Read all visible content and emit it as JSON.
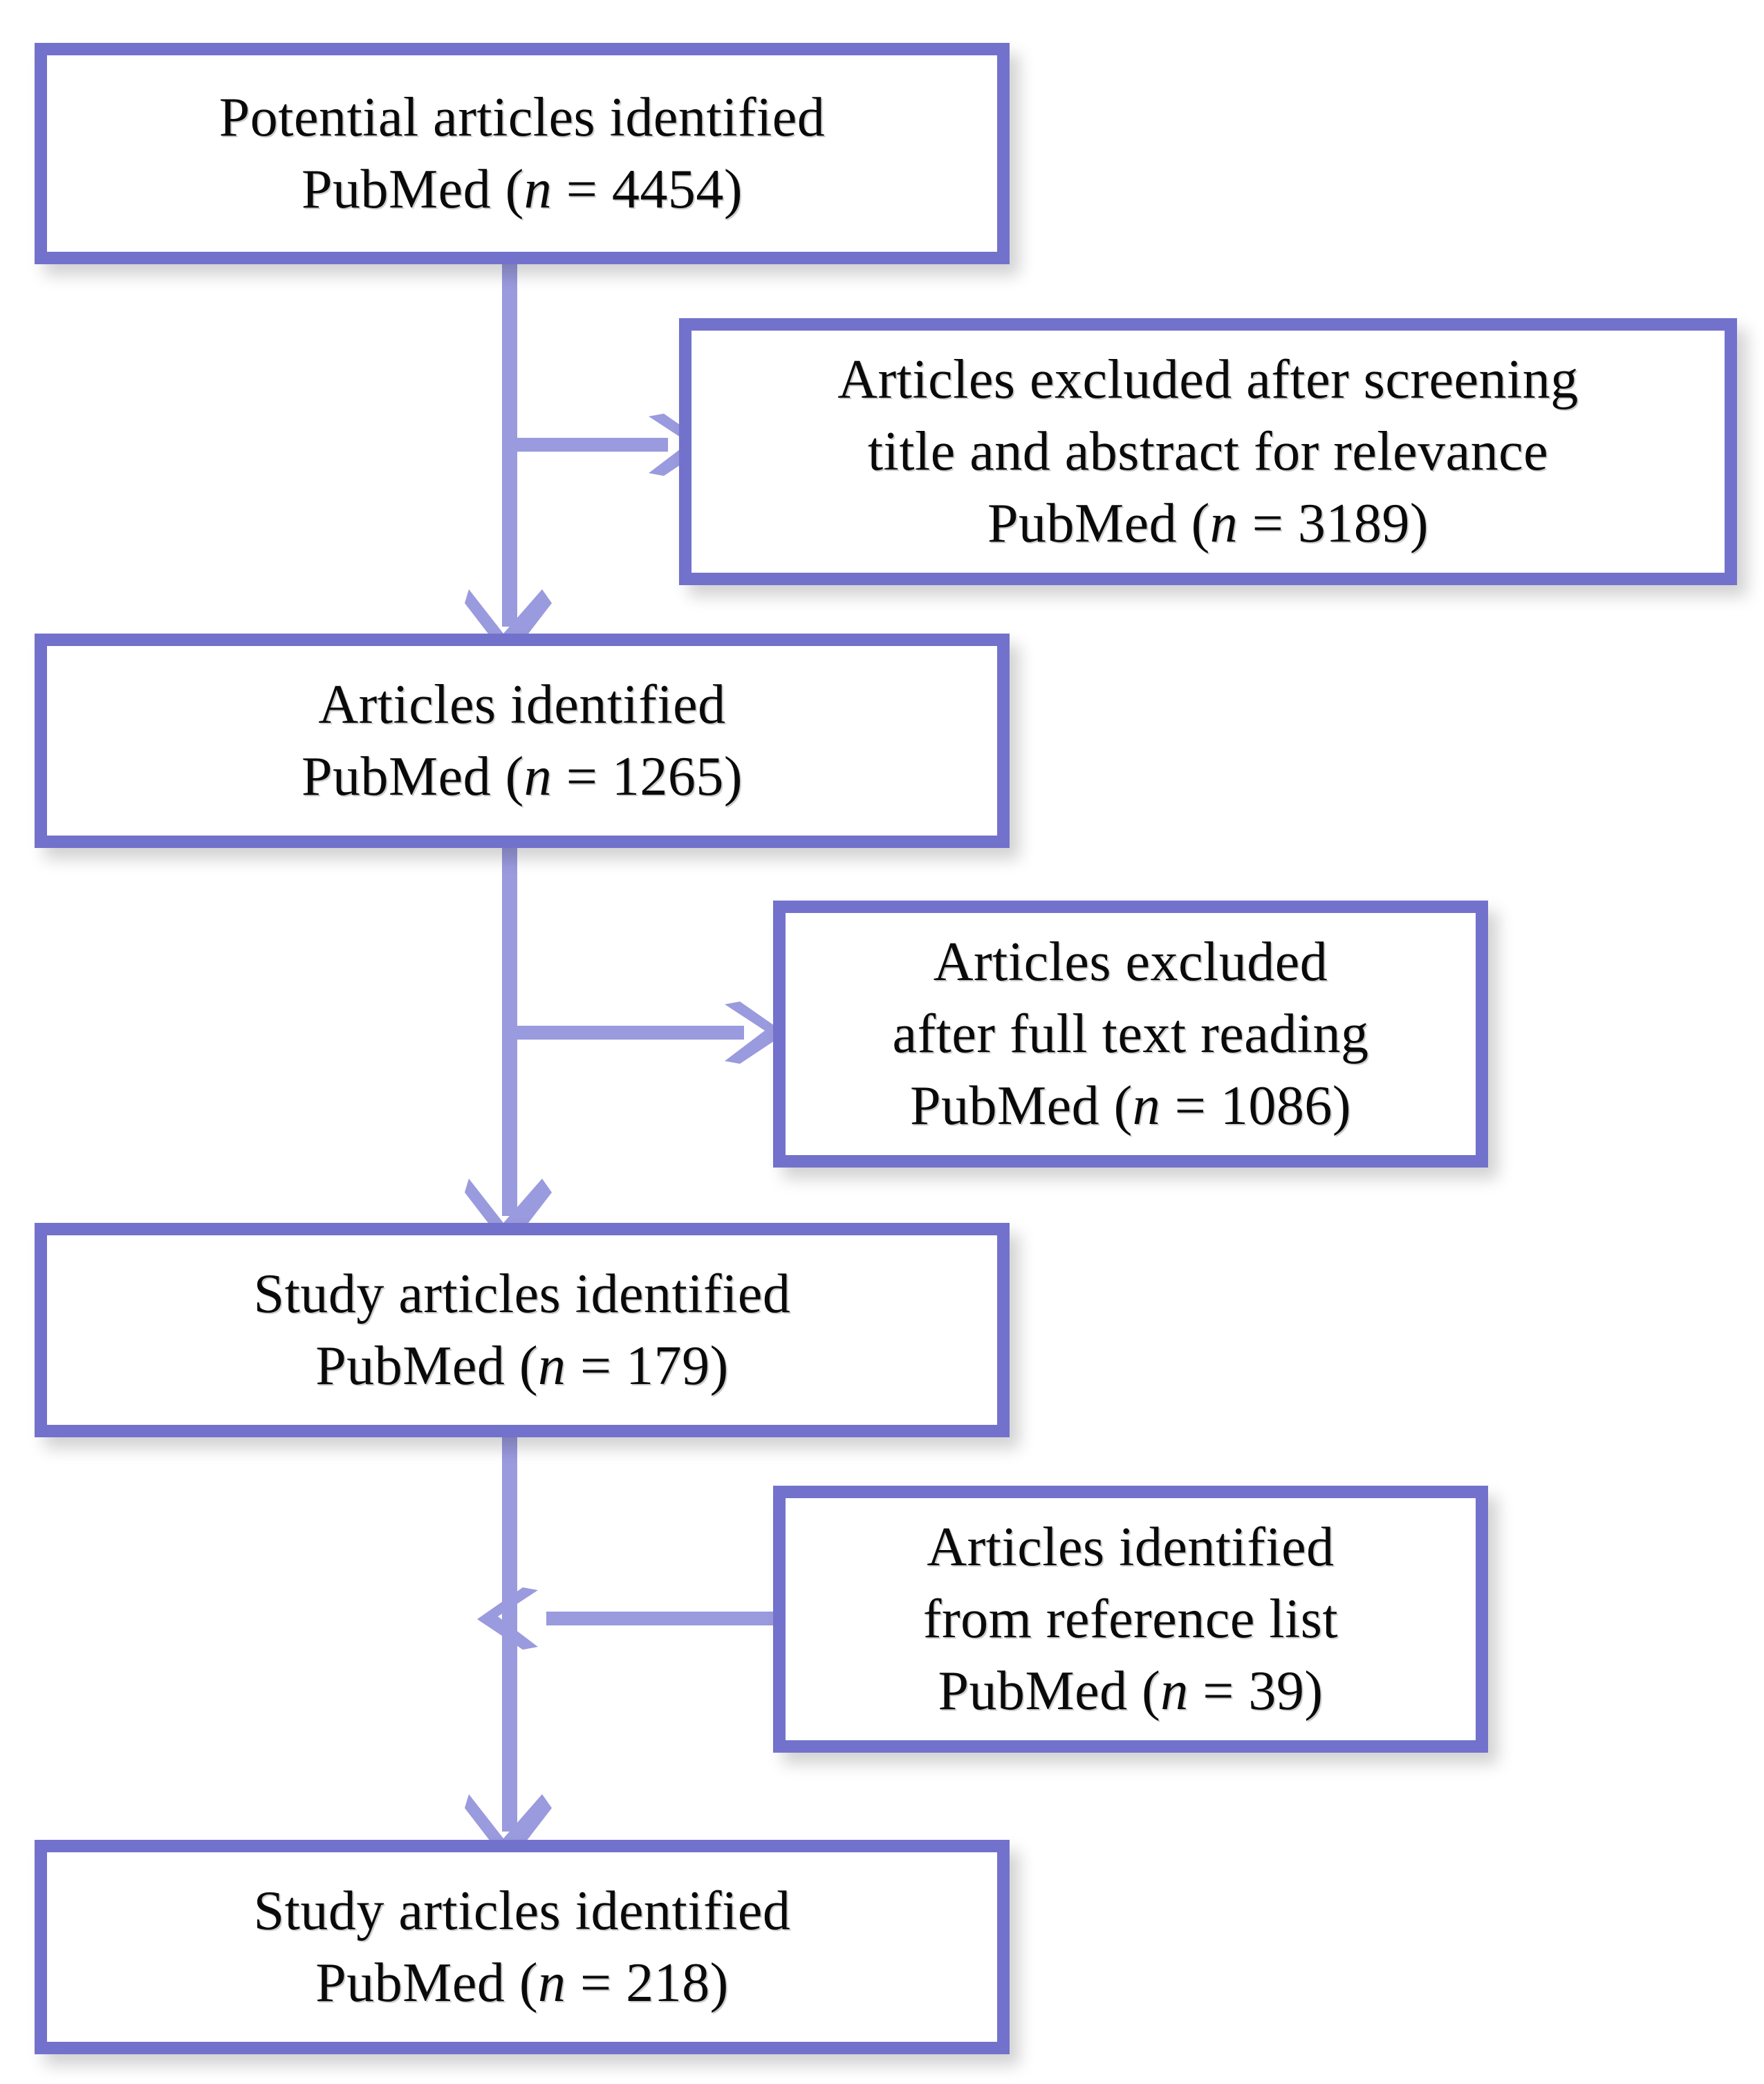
{
  "diagram": {
    "type": "prisma-flow-diagram",
    "accent_color": "#7272cc",
    "arrow_color": "#9a9ade",
    "text_color": "#0a0a0a",
    "background_color": "#ffffff",
    "nodes": [
      {
        "id": "identified",
        "line1": "Potential articles  identified",
        "line2_prefix": "PubMed (",
        "line2_var": "n",
        "line2_suffix": " = 4454)",
        "count": 4454,
        "source": "PubMed"
      },
      {
        "id": "excluded-screening",
        "line1": "Articles excluded  after screening",
        "line2": "title  and abstract  for relevance",
        "line3_prefix": "PubMed (",
        "line3_var": "n",
        "line3_suffix": " = 3189)",
        "count": 3189,
        "source": "PubMed"
      },
      {
        "id": "articles-identified",
        "line1": "Articles identified",
        "line2_prefix": "PubMed (",
        "line2_var": "n",
        "line2_suffix": " = 1265)",
        "count": 1265,
        "source": "PubMed"
      },
      {
        "id": "excluded-fulltext",
        "line1": "Articles excluded",
        "line2": "after full text reading",
        "line3_prefix": "PubMed (",
        "line3_var": "n",
        "line3_suffix": " = 1086)",
        "count": 1086,
        "source": "PubMed"
      },
      {
        "id": "study-articles-179",
        "line1": "Study articles  identified",
        "line2_prefix": "PubMed (",
        "line2_var": "n",
        "line2_suffix": " = 179)",
        "count": 179,
        "source": "PubMed"
      },
      {
        "id": "from-reference-list",
        "line1": "Articles identified",
        "line2": "from reference  list",
        "line3_prefix": "PubMed (",
        "line3_var": "n",
        "line3_suffix": " = 39)",
        "count": 39,
        "source": "PubMed"
      },
      {
        "id": "study-articles-218",
        "line1": "Study articles  identified",
        "line2_prefix": "PubMed (",
        "line2_var": "n",
        "line2_suffix": " = 218)",
        "count": 218,
        "source": "PubMed"
      }
    ]
  },
  "chart_data": {
    "type": "diagram",
    "title": "PRISMA study selection flow",
    "categories": [
      "Potential articles identified (PubMed)",
      "Articles excluded after screening title and abstract for relevance (PubMed)",
      "Articles identified (PubMed)",
      "Articles excluded after full text reading (PubMed)",
      "Study articles identified (PubMed)",
      "Articles identified from reference list (PubMed)",
      "Study articles identified (PubMed)"
    ],
    "values": [
      4454,
      3189,
      1265,
      1086,
      179,
      39,
      218
    ],
    "edges": [
      {
        "from": "identified",
        "to": "excluded-screening",
        "direction": "right"
      },
      {
        "from": "identified",
        "to": "articles-identified",
        "direction": "down"
      },
      {
        "from": "articles-identified",
        "to": "excluded-fulltext",
        "direction": "right"
      },
      {
        "from": "articles-identified",
        "to": "study-articles-179",
        "direction": "down"
      },
      {
        "from": "from-reference-list",
        "to": "study-articles-179-stem",
        "direction": "left"
      },
      {
        "from": "study-articles-179",
        "to": "study-articles-218",
        "direction": "down"
      }
    ]
  }
}
